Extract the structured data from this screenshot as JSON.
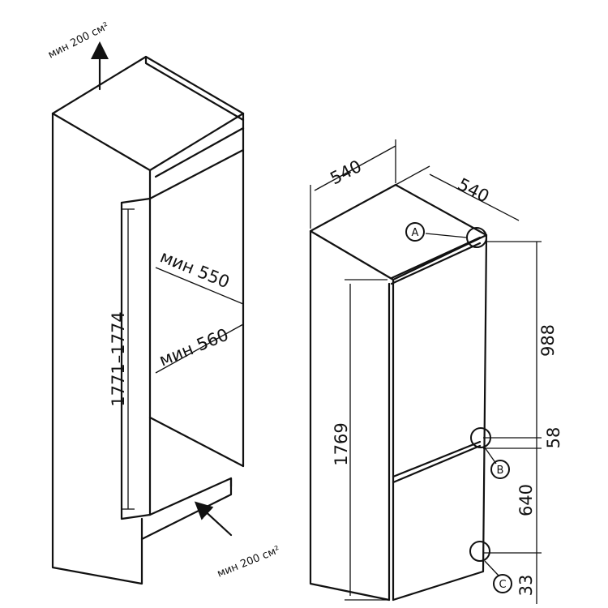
{
  "niche": {
    "vent_top": "мин 200 см²",
    "vent_bottom": "мин 200 см²",
    "height": "1771–1774",
    "width": "мин 550",
    "depth": "мин 560"
  },
  "appliance": {
    "width": "540",
    "depth": "540",
    "height": "1769",
    "upper_section": "988",
    "gap": "58",
    "lower_section": "640",
    "bottom": "33",
    "callout_a": "A",
    "callout_b": "B",
    "callout_c": "C"
  }
}
